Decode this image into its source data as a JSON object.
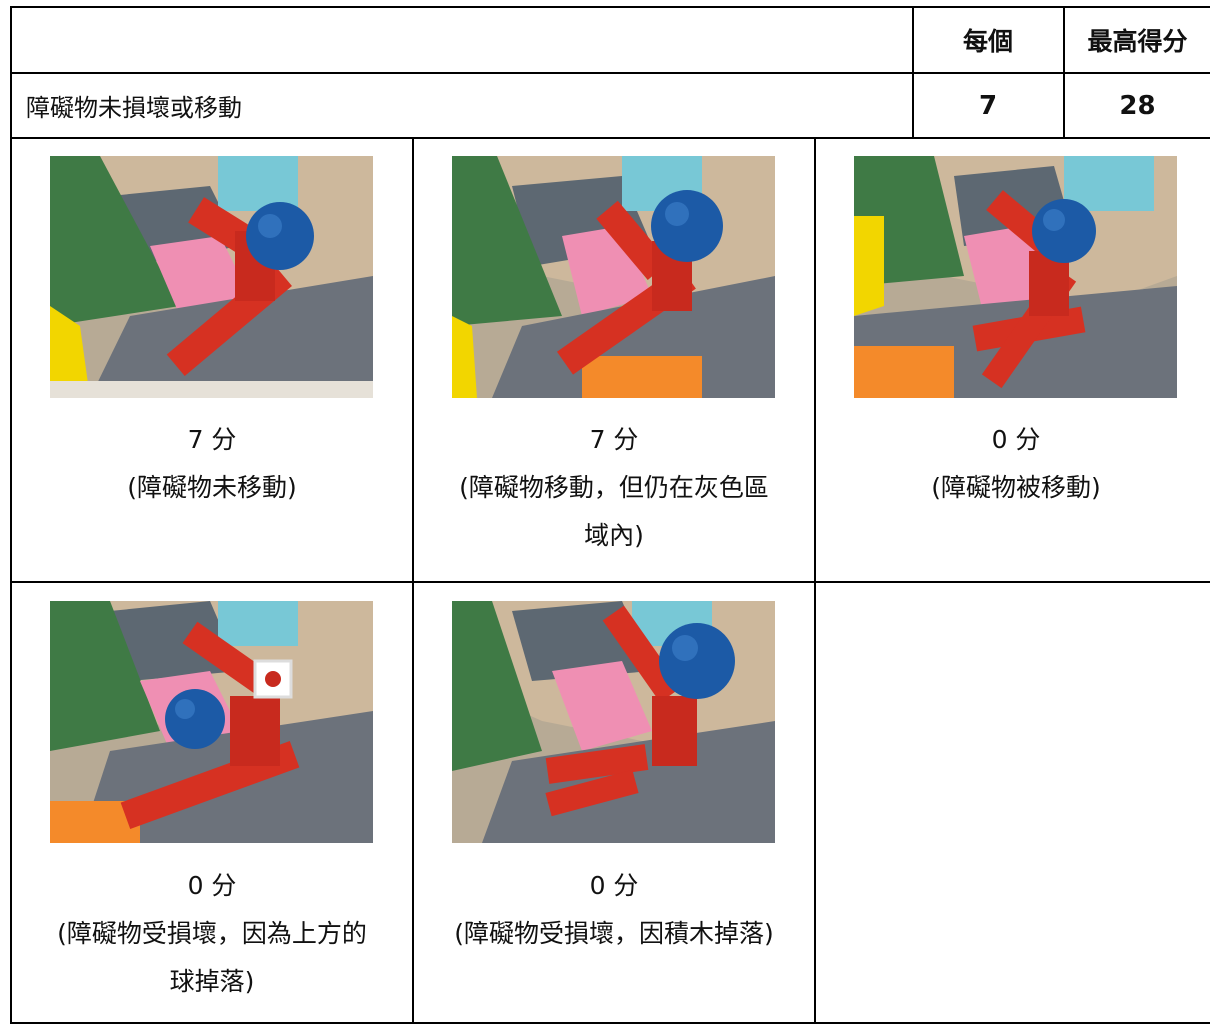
{
  "table": {
    "header": {
      "per_each": "每個",
      "max_score": "最高得分"
    },
    "row": {
      "label": "障礙物未損壞或移動",
      "per_each": "7",
      "max_score": "28"
    }
  },
  "examples": [
    {
      "score": "7 分",
      "desc_line1": "(障礙物未移動)",
      "desc_line2": ""
    },
    {
      "score": "7 分",
      "desc_line1": "(障礙物移動，但仍在灰色區",
      "desc_line2": "域內)"
    },
    {
      "score": "0 分",
      "desc_line1": "(障礙物被移動)",
      "desc_line2": ""
    },
    {
      "score": "0 分",
      "desc_line1": "(障礙物受損壞，因為上方的",
      "desc_line2": "球掉落)"
    },
    {
      "score": "0 分",
      "desc_line1": "(障礙物受損壞，因積木掉落)",
      "desc_line2": ""
    }
  ]
}
